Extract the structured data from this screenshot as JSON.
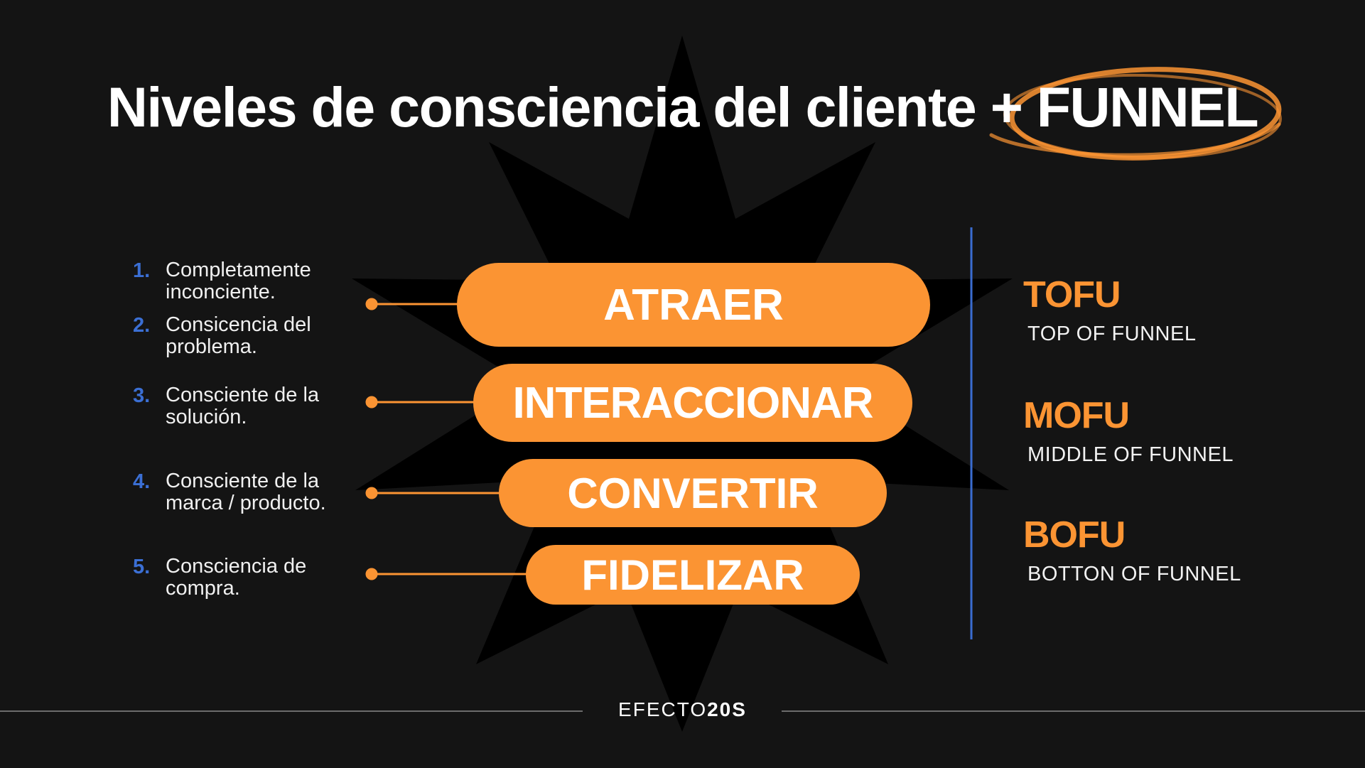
{
  "title": {
    "main": "Niveles de consciencia del cliente ",
    "highlight": "+ FUNNEL"
  },
  "levels": [
    {
      "num": "1.",
      "text": "Completamente inconciente."
    },
    {
      "num": "2.",
      "text": "Consicencia del problema."
    },
    {
      "num": "3.",
      "text": "Consciente de la solución."
    },
    {
      "num": "4.",
      "text": "Consciente de la marca / producto."
    },
    {
      "num": "5.",
      "text": "Consciencia de compra."
    }
  ],
  "stages": [
    {
      "label": "ATRAER"
    },
    {
      "label": "INTERACCIONAR"
    },
    {
      "label": "CONVERTIR"
    },
    {
      "label": "FIDELIZAR"
    }
  ],
  "funnel": [
    {
      "abbr": "TOFU",
      "full": "TOP OF FUNNEL"
    },
    {
      "abbr": "MOFU",
      "full": "MIDDLE OF FUNNEL"
    },
    {
      "abbr": "BOFU",
      "full": "BOTTON OF FUNNEL"
    }
  ],
  "footer": {
    "brand_light": "EFECTO",
    "brand_bold": "20S"
  },
  "colors": {
    "background": "#141414",
    "accent_orange": "#fb9433",
    "number_blue": "#3b6fd4",
    "divider_blue": "#3a6cd0",
    "star": "#000000",
    "text": "#ffffff"
  }
}
